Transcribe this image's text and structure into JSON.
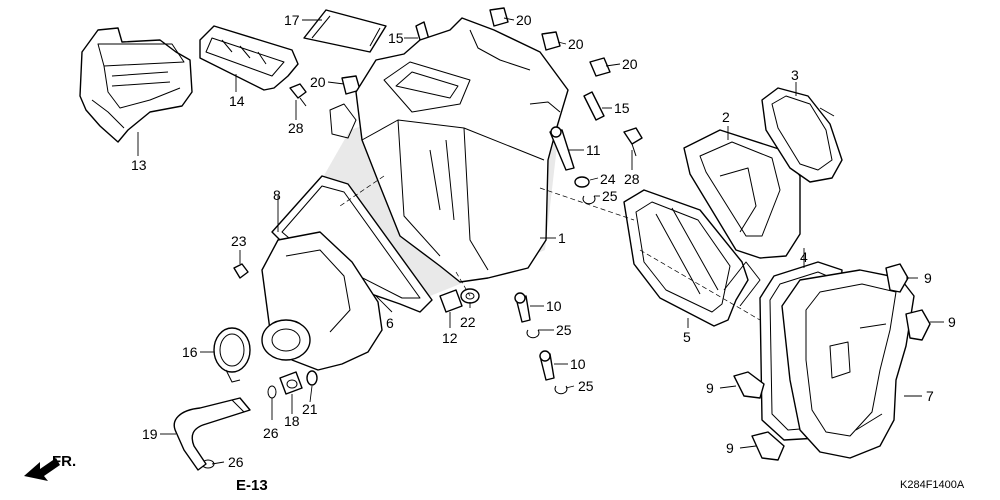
{
  "diagram_code": "K284F1400A",
  "direction_label": "FR.",
  "reference_label": "E-13",
  "callouts": [
    {
      "id": "c1",
      "label": "1"
    },
    {
      "id": "c2",
      "label": "2"
    },
    {
      "id": "c3",
      "label": "3"
    },
    {
      "id": "c4",
      "label": "4"
    },
    {
      "id": "c5",
      "label": "5"
    },
    {
      "id": "c6",
      "label": "6"
    },
    {
      "id": "c7",
      "label": "7"
    },
    {
      "id": "c8",
      "label": "8"
    },
    {
      "id": "c9a",
      "label": "9"
    },
    {
      "id": "c9b",
      "label": "9"
    },
    {
      "id": "c9c",
      "label": "9"
    },
    {
      "id": "c9d",
      "label": "9"
    },
    {
      "id": "c10a",
      "label": "10"
    },
    {
      "id": "c10b",
      "label": "10"
    },
    {
      "id": "c11",
      "label": "11"
    },
    {
      "id": "c12",
      "label": "12"
    },
    {
      "id": "c13",
      "label": "13"
    },
    {
      "id": "c14",
      "label": "14"
    },
    {
      "id": "c15a",
      "label": "15"
    },
    {
      "id": "c15b",
      "label": "15"
    },
    {
      "id": "c16",
      "label": "16"
    },
    {
      "id": "c17",
      "label": "17"
    },
    {
      "id": "c18",
      "label": "18"
    },
    {
      "id": "c19",
      "label": "19"
    },
    {
      "id": "c20a",
      "label": "20"
    },
    {
      "id": "c20b",
      "label": "20"
    },
    {
      "id": "c20c",
      "label": "20"
    },
    {
      "id": "c20d",
      "label": "20"
    },
    {
      "id": "c21",
      "label": "21"
    },
    {
      "id": "c22",
      "label": "22"
    },
    {
      "id": "c23",
      "label": "23"
    },
    {
      "id": "c24",
      "label": "24"
    },
    {
      "id": "c25a",
      "label": "25"
    },
    {
      "id": "c25b",
      "label": "25"
    },
    {
      "id": "c25c",
      "label": "25"
    },
    {
      "id": "c26a",
      "label": "26"
    },
    {
      "id": "c26b",
      "label": "26"
    },
    {
      "id": "c28a",
      "label": "28"
    },
    {
      "id": "c28b",
      "label": "28"
    }
  ]
}
